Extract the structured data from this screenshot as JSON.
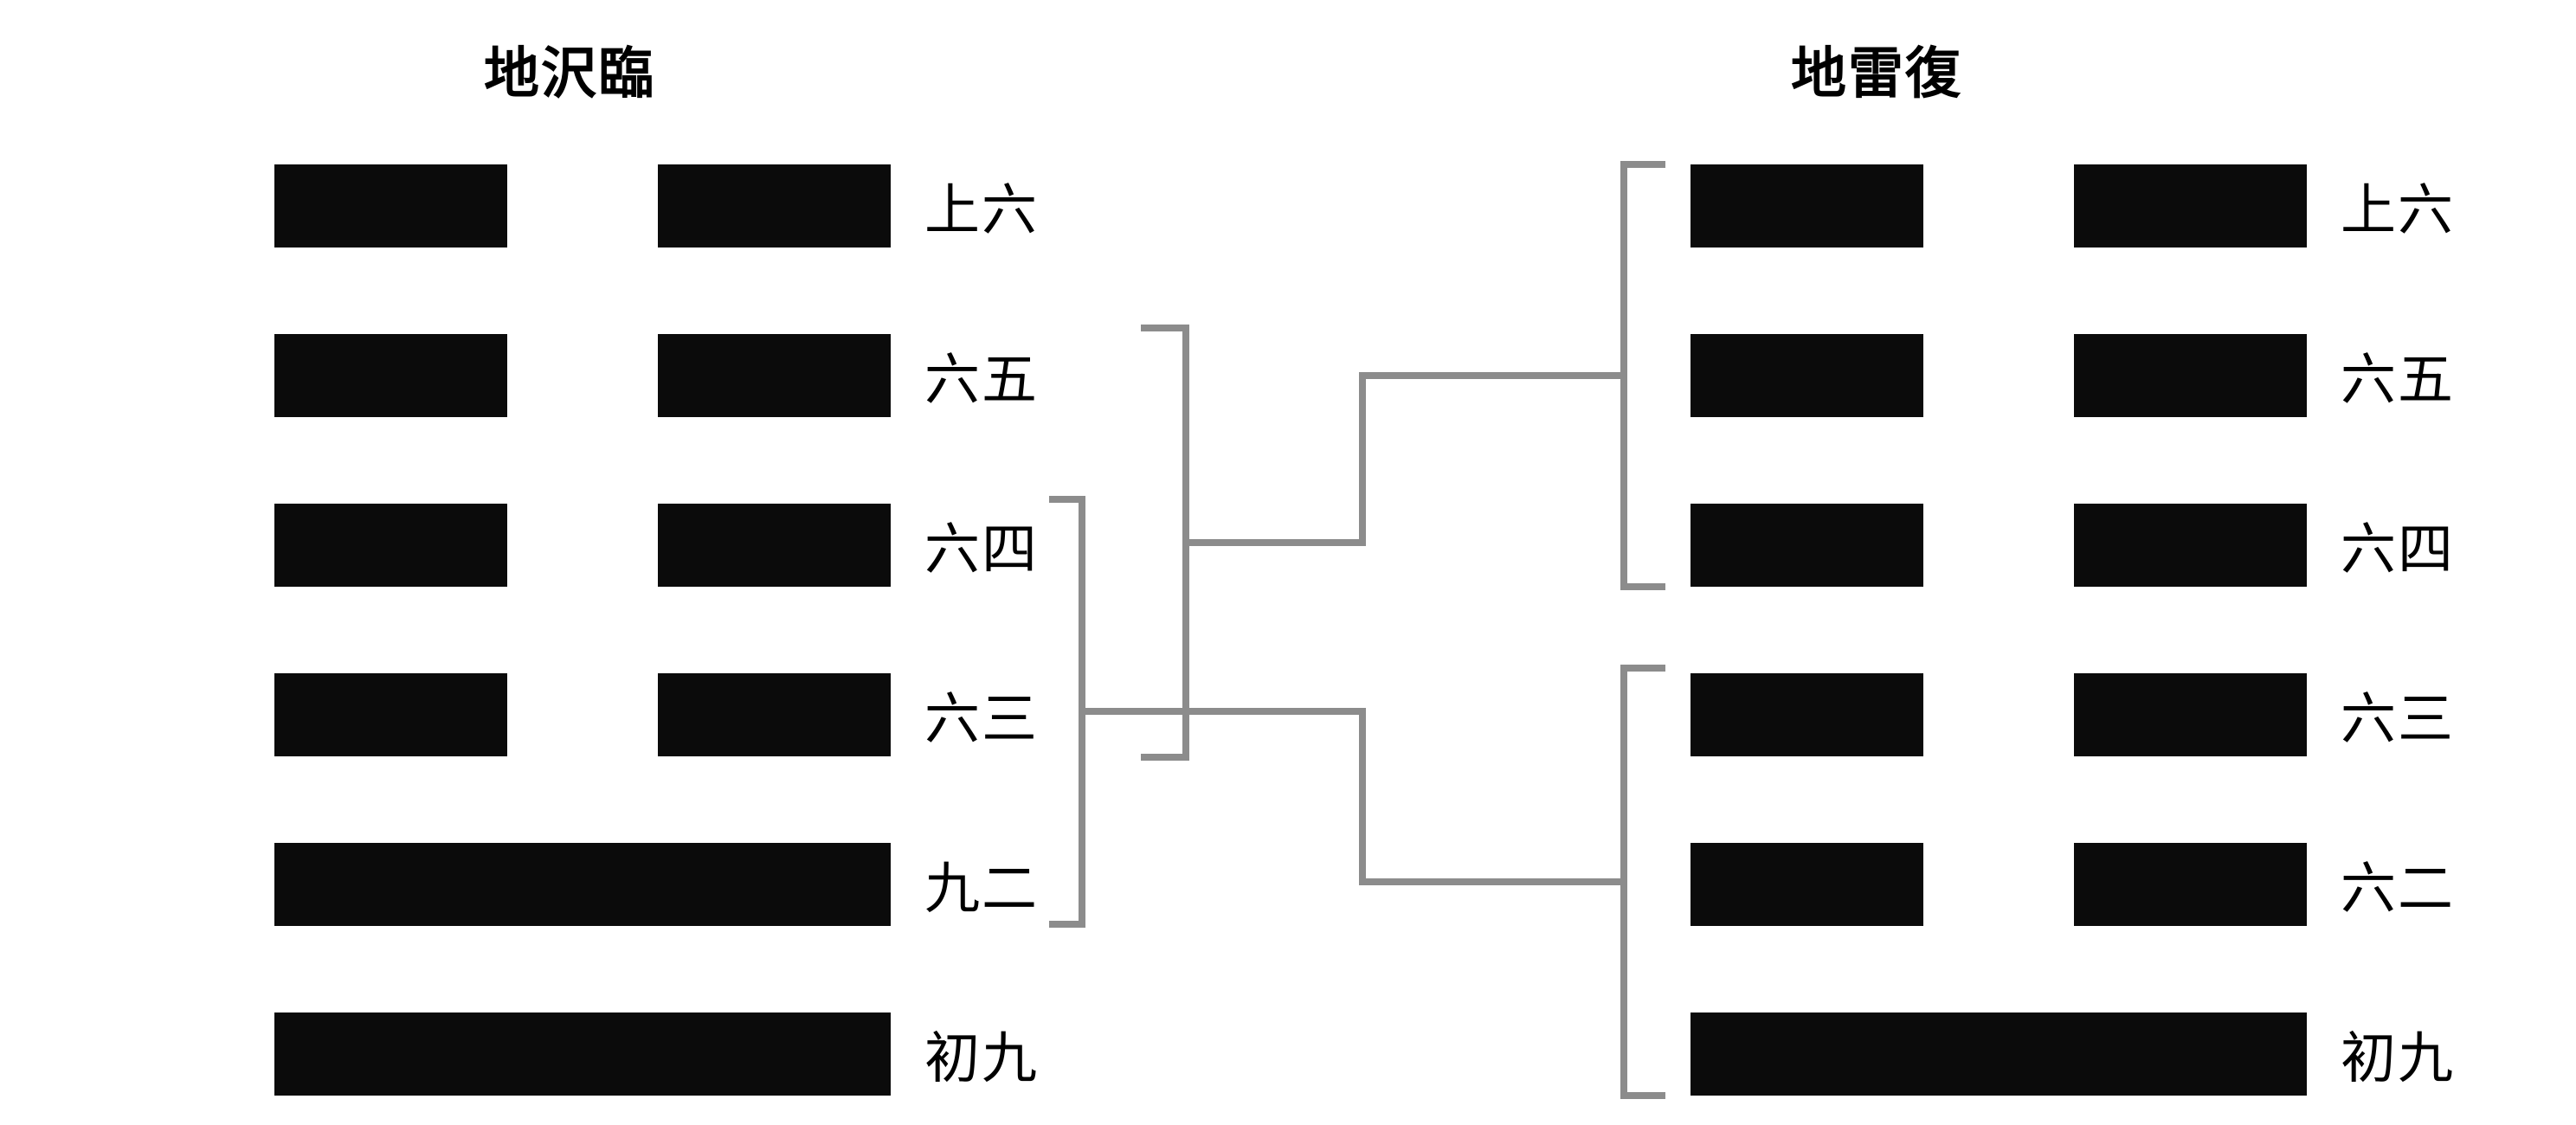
{
  "colors": {
    "bar": "#0b0b0b",
    "connector": "#8c8c8c",
    "text": "#000000",
    "background": "#ffffff"
  },
  "left_hexagram": {
    "title": "地沢臨",
    "lines": [
      {
        "label": "上六",
        "type": "broken"
      },
      {
        "label": "六五",
        "type": "broken"
      },
      {
        "label": "六四",
        "type": "broken"
      },
      {
        "label": "六三",
        "type": "broken"
      },
      {
        "label": "九二",
        "type": "solid"
      },
      {
        "label": "初九",
        "type": "solid"
      }
    ]
  },
  "right_hexagram": {
    "title": "地雷復",
    "lines": [
      {
        "label": "上六",
        "type": "broken"
      },
      {
        "label": "六五",
        "type": "broken"
      },
      {
        "label": "六四",
        "type": "broken"
      },
      {
        "label": "六三",
        "type": "broken"
      },
      {
        "label": "六二",
        "type": "broken"
      },
      {
        "label": "初九",
        "type": "solid"
      }
    ]
  },
  "connectors": {
    "upper_mapping": {
      "from_left_lines": [
        "六五",
        "六四",
        "六三"
      ],
      "to_right_lines": [
        "上六",
        "六五",
        "六四"
      ]
    },
    "lower_mapping": {
      "from_left_lines": [
        "六四",
        "六三",
        "九二"
      ],
      "to_right_lines": [
        "六三",
        "六二",
        "初九"
      ]
    }
  }
}
